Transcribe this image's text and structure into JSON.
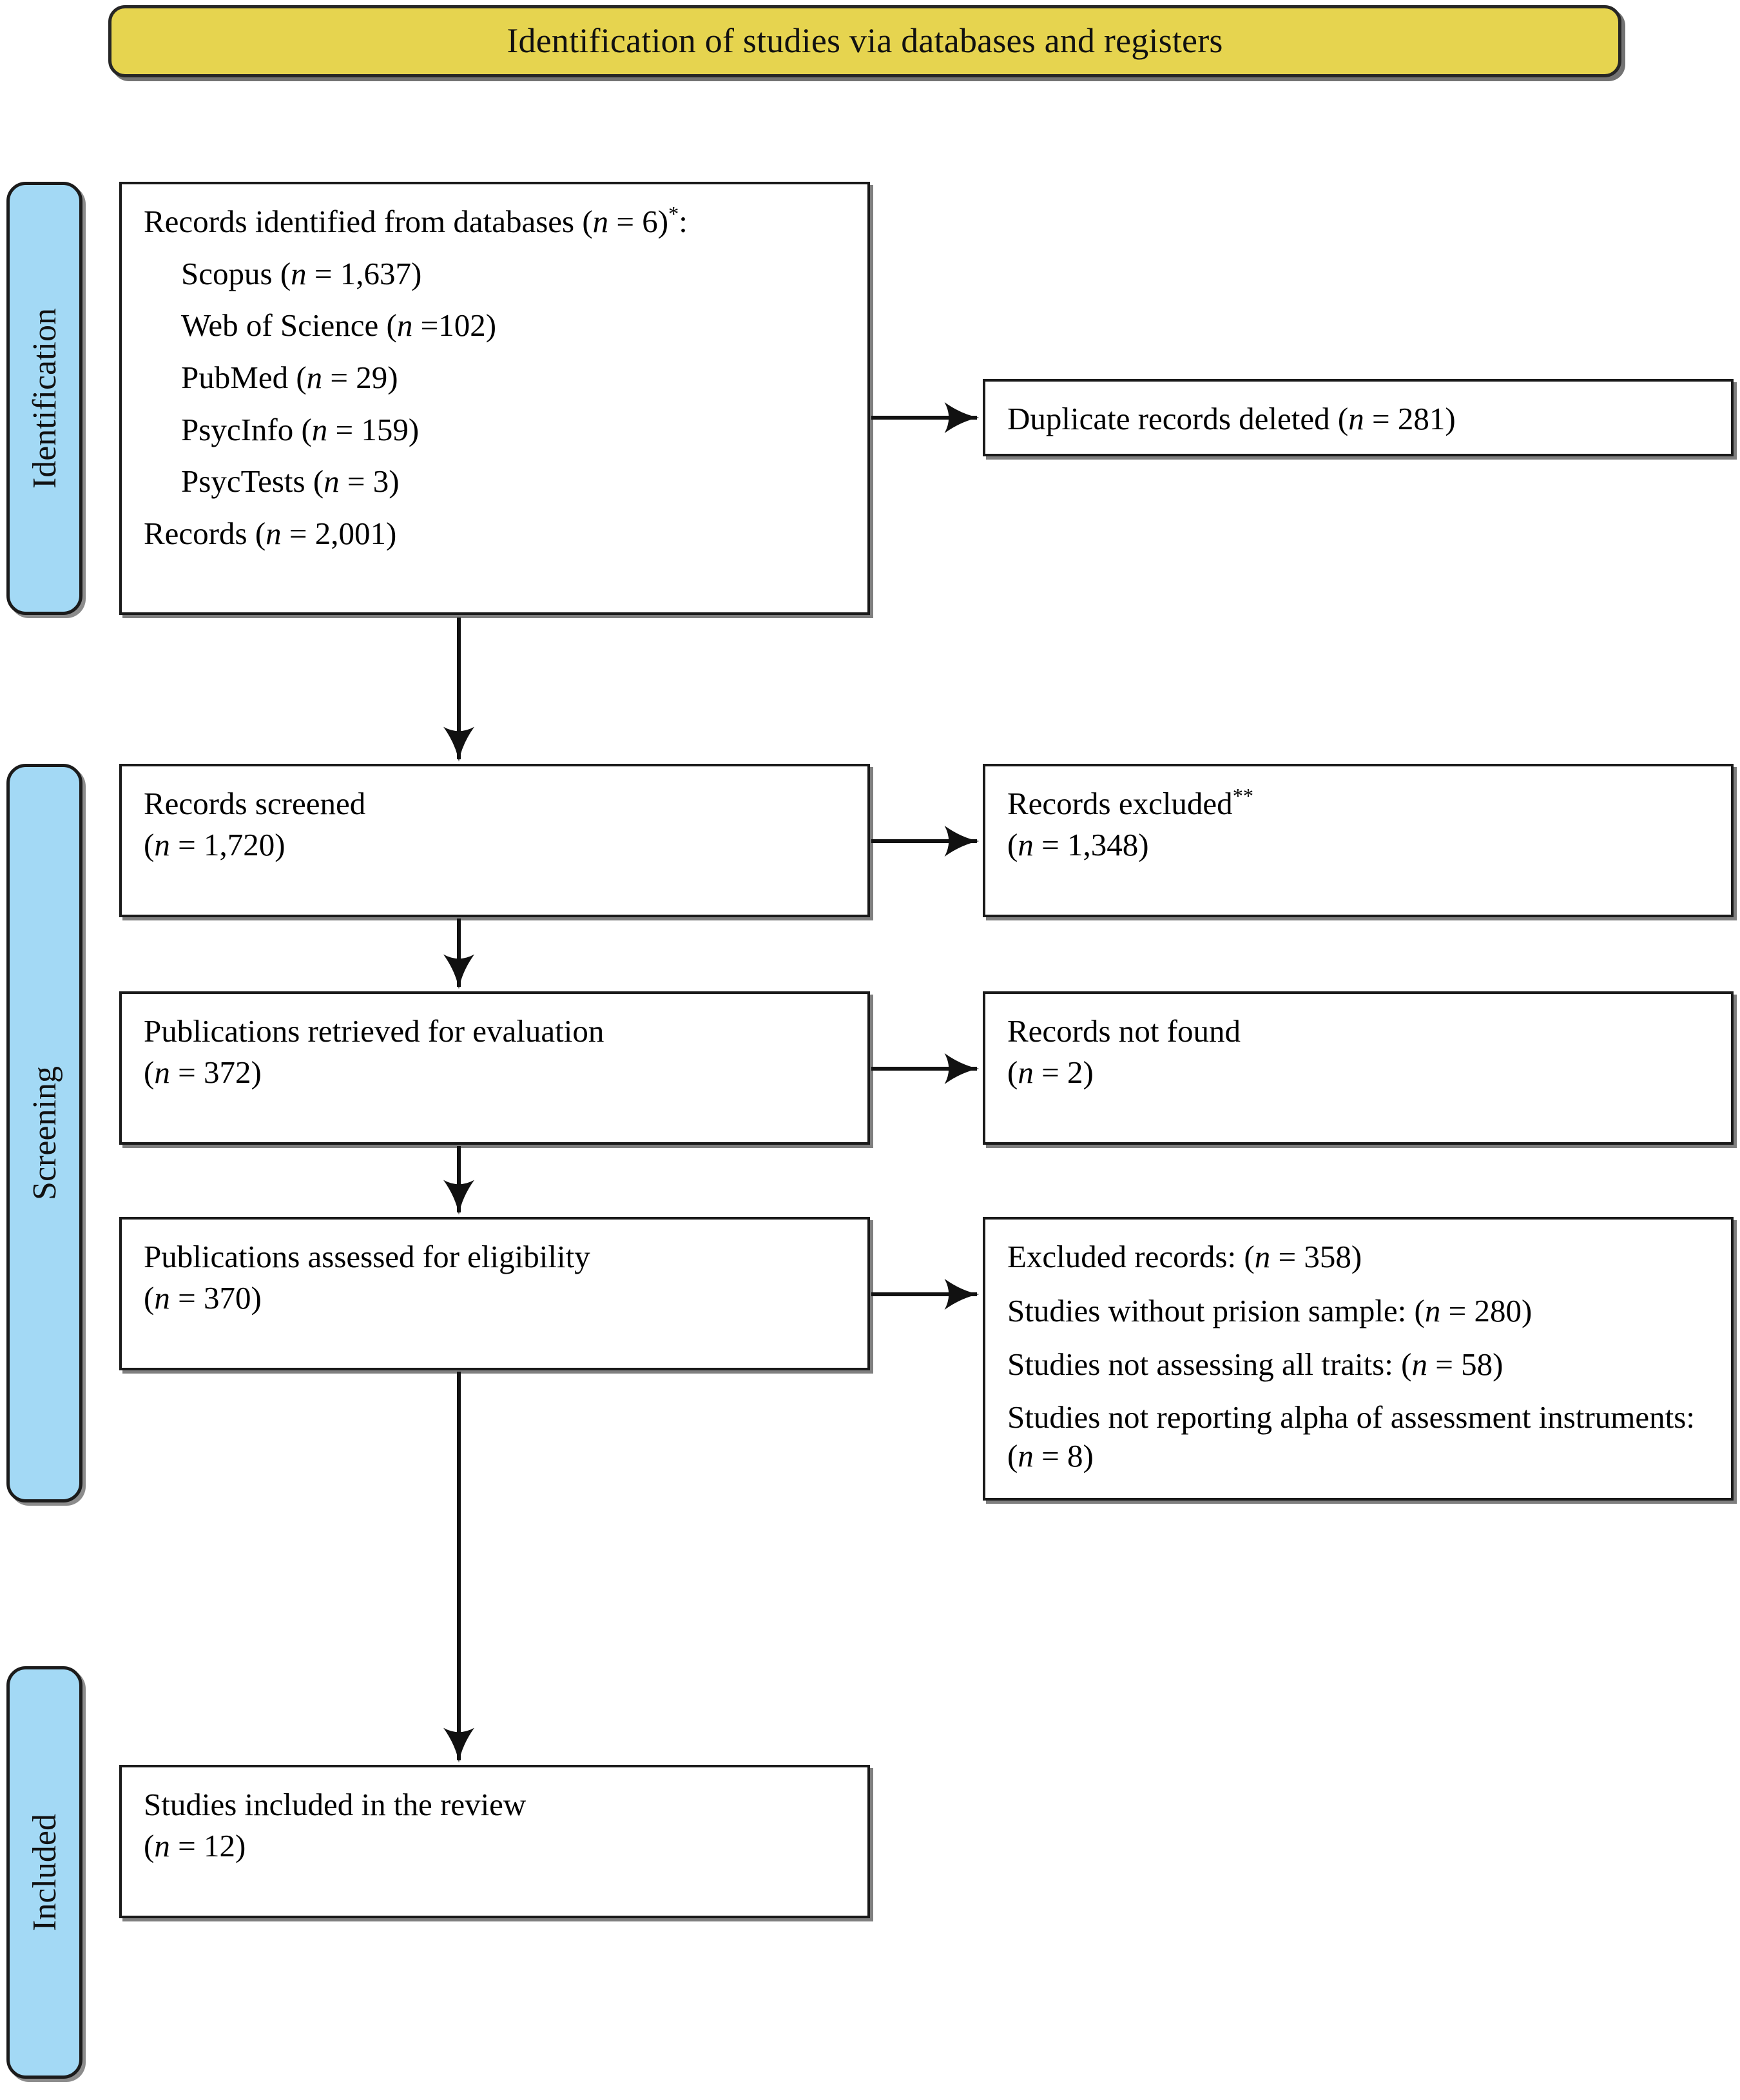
{
  "header": {
    "title": "Identification of studies via databases and registers",
    "banner_color": "#e6d44f"
  },
  "stages": {
    "color": "#a3d9f5",
    "identification": "Identification",
    "screening": "Screening",
    "included": "Included"
  },
  "boxes": {
    "identified": {
      "title_prefix": "Records identified from databases (",
      "title_n": "n",
      "title_suffix": " = 6)",
      "title_star": "*",
      "title_colon": ":",
      "sources": [
        {
          "name": "Scopus (",
          "n": "n",
          "value": " = 1,637)"
        },
        {
          "name": "Web of Science (",
          "n": "n",
          "value": " =102)"
        },
        {
          "name": "PubMed (",
          "n": "n",
          "value": " = 29)"
        },
        {
          "name": "PsycInfo (",
          "n": "n",
          "value": " = 159)"
        },
        {
          "name": "PsycTests (",
          "n": "n",
          "value": " = 3)"
        }
      ],
      "total_prefix": "Records (",
      "total_n": "n",
      "total_suffix": " = 2,001)"
    },
    "duplicates": {
      "line1_prefix": "Duplicate records deleted (",
      "line1_n": "n",
      "line1_suffix": " = 281)"
    },
    "screened": {
      "line1": "Records screened",
      "line2_prefix": "(",
      "line2_n": "n",
      "line2_suffix": " = 1,720)"
    },
    "excluded_screen": {
      "line1": "Records excluded",
      "line1_star": "**",
      "line2_prefix": "(",
      "line2_n": "n",
      "line2_suffix": " = 1,348)"
    },
    "retrieved": {
      "line1": "Publications retrieved for evaluation",
      "line2_prefix": "(",
      "line2_n": "n",
      "line2_suffix": " = 372)"
    },
    "not_found": {
      "line1": "Records not found",
      "line2_prefix": "(",
      "line2_n": "n",
      "line2_suffix": " = 2)"
    },
    "eligibility": {
      "line1": "Publications assessed for eligibility",
      "line2_prefix": "(",
      "line2_n": "n",
      "line2_suffix": " = 370)"
    },
    "excluded_detail": {
      "rows": [
        {
          "label": "Excluded records: (",
          "n": "n",
          "value": " = 358)"
        },
        {
          "label": "Studies without prision sample: (",
          "n": "n",
          "value": " = 280)"
        },
        {
          "label": "Studies not assessing all traits: (",
          "n": "n",
          "value": " = 58)"
        },
        {
          "label": "Studies not reporting alpha of assessment instruments: (",
          "n": "n",
          "value": " = 8)"
        }
      ]
    },
    "included_review": {
      "line1": "Studies included in the review",
      "line2_prefix": "(",
      "line2_n": "n",
      "line2_suffix": " = 12)"
    }
  }
}
